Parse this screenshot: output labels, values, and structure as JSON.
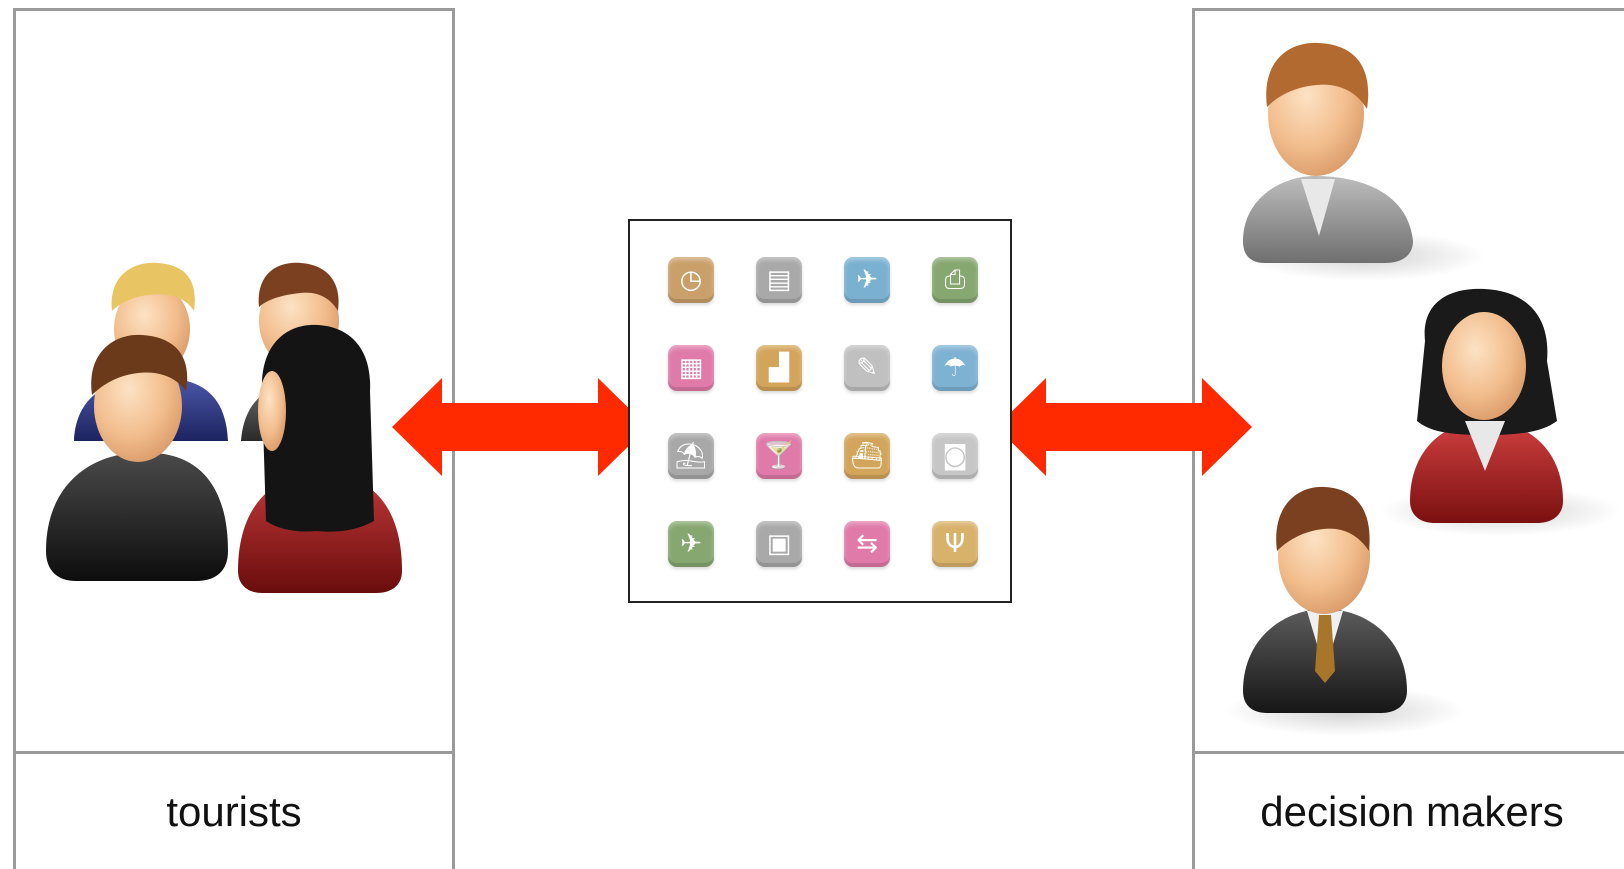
{
  "left_panel": {
    "label": "tourists"
  },
  "right_panel": {
    "label": "decision makers"
  },
  "colors": {
    "arrow": "#ff2a00",
    "panel_border": "#9a9a9a"
  },
  "app_icons": [
    {
      "name": "clock-icon",
      "color": "#c9a06a",
      "glyph": "◷"
    },
    {
      "name": "suitcase-icon",
      "color": "#a9a9a9",
      "glyph": "▤"
    },
    {
      "name": "airplane-icon",
      "color": "#7ab1d0",
      "glyph": "✈"
    },
    {
      "name": "wallet-icon",
      "color": "#86a770",
      "glyph": "⎙"
    },
    {
      "name": "hotel-icon",
      "color": "#e07aa8",
      "glyph": "▦"
    },
    {
      "name": "cityscape-icon",
      "color": "#d2a55a",
      "glyph": "▟"
    },
    {
      "name": "pen-icon",
      "color": "#c0c0c0",
      "glyph": "✎"
    },
    {
      "name": "umbrella-icon",
      "color": "#7eb2d3",
      "glyph": "☂"
    },
    {
      "name": "island-icon",
      "color": "#a8a8a8",
      "glyph": "⛱"
    },
    {
      "name": "cocktail-icon",
      "color": "#e07aa8",
      "glyph": "🍸"
    },
    {
      "name": "ship-icon",
      "color": "#d2a55a",
      "glyph": "⛴"
    },
    {
      "name": "camera-icon",
      "color": "#c6c6c6",
      "glyph": "◙"
    },
    {
      "name": "landing-plane-icon",
      "color": "#86a770",
      "glyph": "✈"
    },
    {
      "name": "passport-icon",
      "color": "#a9a9a9",
      "glyph": "▣"
    },
    {
      "name": "signpost-icon",
      "color": "#e07aa8",
      "glyph": "⇆"
    },
    {
      "name": "dining-icon",
      "color": "#d8b16a",
      "glyph": "Ψ"
    }
  ]
}
